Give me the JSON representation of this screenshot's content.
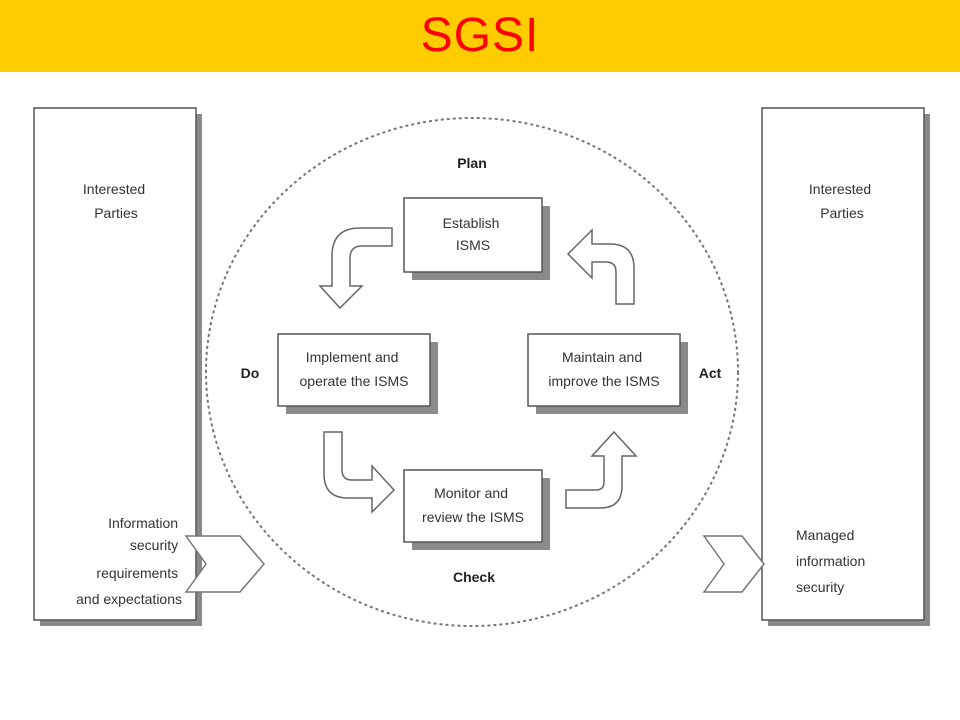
{
  "header": {
    "title": "SGSI"
  },
  "colors": {
    "header_bg": "#ffcc00",
    "title": "#ff0000"
  },
  "diagram": {
    "left_panel": {
      "heading": [
        "Interested",
        "Parties"
      ],
      "input_text": [
        "Information",
        "security",
        "requirements",
        "and expectations"
      ]
    },
    "right_panel": {
      "heading": [
        "Interested",
        "Parties"
      ],
      "output_text": [
        "Managed",
        "information",
        "security"
      ]
    },
    "phases": {
      "plan": "Plan",
      "do": "Do",
      "check": "Check",
      "act": "Act"
    },
    "boxes": {
      "establish": [
        "Establish",
        "ISMS"
      ],
      "implement": [
        "Implement and",
        "operate the ISMS"
      ],
      "monitor": [
        "Monitor and",
        "review the ISMS"
      ],
      "maintain": [
        "Maintain and",
        "improve the ISMS"
      ]
    }
  }
}
